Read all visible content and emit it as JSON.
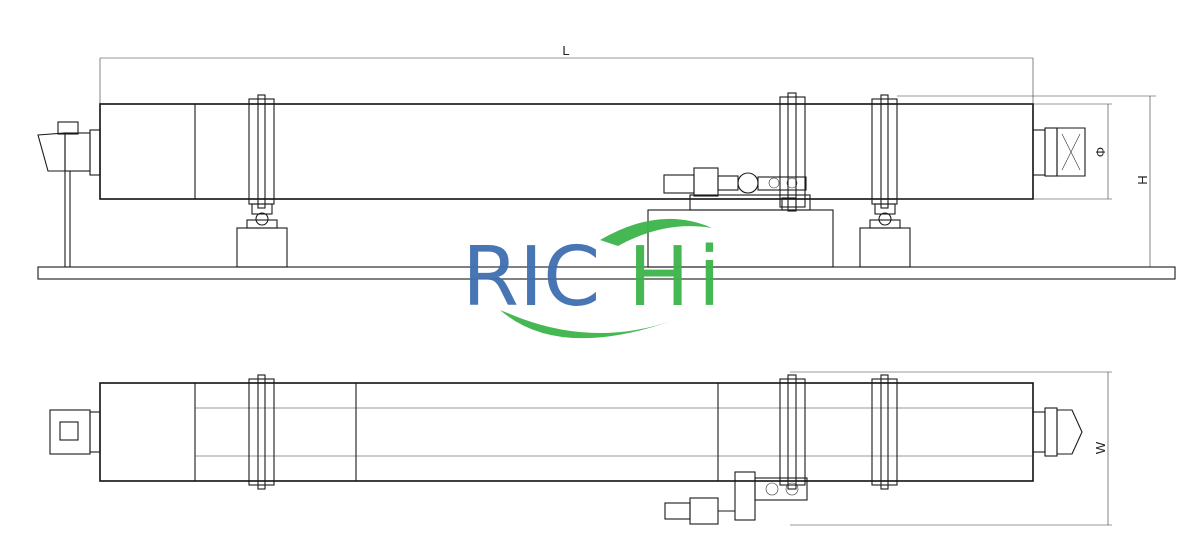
{
  "drawing": {
    "dimensions": {
      "length_label": "L",
      "diameter_label": "Φ",
      "height_label": "H",
      "width_label": "W"
    }
  },
  "logo": {
    "text_part1": "RIC",
    "text_part2": "H",
    "text_part3": "i",
    "color_blue": "#3f6fb0",
    "color_green": "#3cb54a"
  },
  "colors": {
    "line": "#1a1a1a",
    "concrete": "#f4f4f4"
  }
}
